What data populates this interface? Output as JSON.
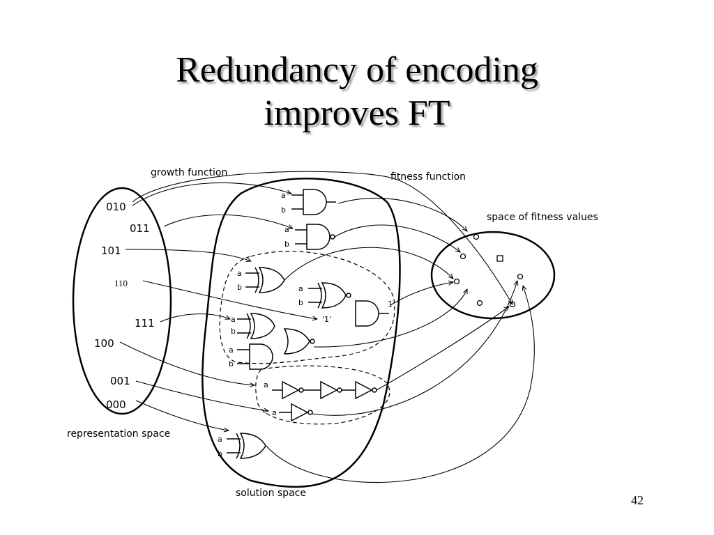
{
  "slide": {
    "title_line1": "Redundancy of encoding",
    "title_line2": "improves FT",
    "page_number": "42"
  },
  "diagram": {
    "labels": {
      "growth_function": "growth function",
      "fitness_function": "fitness function",
      "space_of_fitness_values": "space of fitness values",
      "representation_space": "representation space",
      "solution_space": "solution space"
    },
    "codes": [
      "010",
      "011",
      "101",
      "110",
      "111",
      "100",
      "001",
      "000"
    ],
    "pins": {
      "a": "a",
      "b": "b",
      "one": "'1'",
      "out": "1"
    }
  }
}
